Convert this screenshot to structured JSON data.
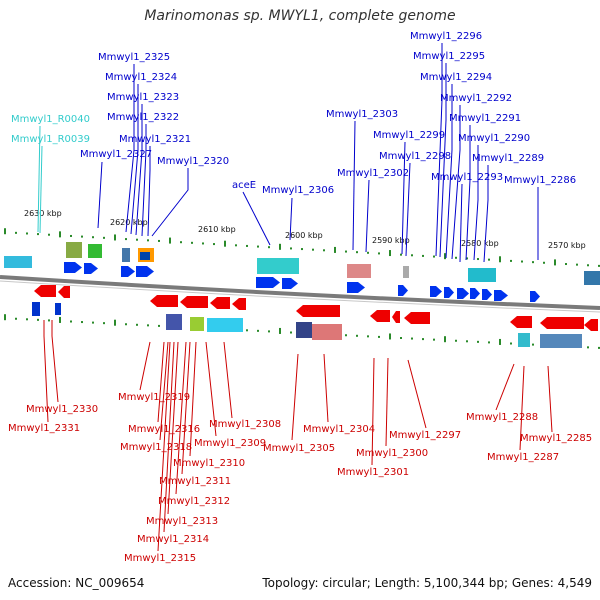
{
  "title": "Marinomonas sp. MWYL1, complete genome",
  "footer": {
    "accession": "Accession: NC_009654",
    "summary": "Topology: circular; Length: 5,100,344 bp; Genes: 4,549"
  },
  "colors": {
    "forward_label": "#0000cc",
    "reverse_label": "#cc0000",
    "rna_label": "#33cccc",
    "forward_gene": "#0033ee",
    "reverse_gene": "#ee0000",
    "backbone": "#888888"
  },
  "scale": {
    "ticks": [
      {
        "label": "2630 kbp"
      },
      {
        "label": "2620 kbp"
      },
      {
        "label": "2610 kbp"
      },
      {
        "label": "2600 kbp"
      },
      {
        "label": "2590 kbp"
      },
      {
        "label": "2580 kbp"
      },
      {
        "label": "2570 kbp"
      }
    ]
  },
  "forward_labels": [
    {
      "text": "Mmwyl1_2325"
    },
    {
      "text": "Mmwyl1_2324"
    },
    {
      "text": "Mmwyl1_2323"
    },
    {
      "text": "Mmwyl1_2322"
    },
    {
      "text": "Mmwyl1_2321"
    },
    {
      "text": "Mmwyl1_2327"
    },
    {
      "text": "Mmwyl1_2320"
    },
    {
      "text": "aceE"
    },
    {
      "text": "Mmwyl1_2306"
    },
    {
      "text": "Mmwyl1_2303"
    },
    {
      "text": "Mmwyl1_2302"
    },
    {
      "text": "Mmwyl1_2299"
    },
    {
      "text": "Mmwyl1_2298"
    },
    {
      "text": "Mmwyl1_2296"
    },
    {
      "text": "Mmwyl1_2295"
    },
    {
      "text": "Mmwyl1_2294"
    },
    {
      "text": "Mmwyl1_2292"
    },
    {
      "text": "Mmwyl1_2291"
    },
    {
      "text": "Mmwyl1_2290"
    },
    {
      "text": "Mmwyl1_2289"
    },
    {
      "text": "Mmwyl1_2293"
    },
    {
      "text": "Mmwyl1_2286"
    }
  ],
  "rna_labels": [
    {
      "text": "Mmwyl1_R0040"
    },
    {
      "text": "Mmwyl1_R0039"
    }
  ],
  "reverse_labels": [
    {
      "text": "Mmwyl1_2330"
    },
    {
      "text": "Mmwyl1_2331"
    },
    {
      "text": "Mmwyl1_2319"
    },
    {
      "text": "Mmwyl1_2316"
    },
    {
      "text": "Mmwyl1_2318"
    },
    {
      "text": "Mmwyl1_2308"
    },
    {
      "text": "Mmwyl1_2309"
    },
    {
      "text": "Mmwyl1_2310"
    },
    {
      "text": "Mmwyl1_2311"
    },
    {
      "text": "Mmwyl1_2312"
    },
    {
      "text": "Mmwyl1_2313"
    },
    {
      "text": "Mmwyl1_2314"
    },
    {
      "text": "Mmwyl1_2315"
    },
    {
      "text": "Mmwyl1_2304"
    },
    {
      "text": "Mmwyl1_2305"
    },
    {
      "text": "Mmwyl1_2300"
    },
    {
      "text": "Mmwyl1_2301"
    },
    {
      "text": "Mmwyl1_2297"
    },
    {
      "text": "Mmwyl1_2288"
    },
    {
      "text": "Mmwyl1_2285"
    },
    {
      "text": "Mmwyl1_2287"
    }
  ]
}
